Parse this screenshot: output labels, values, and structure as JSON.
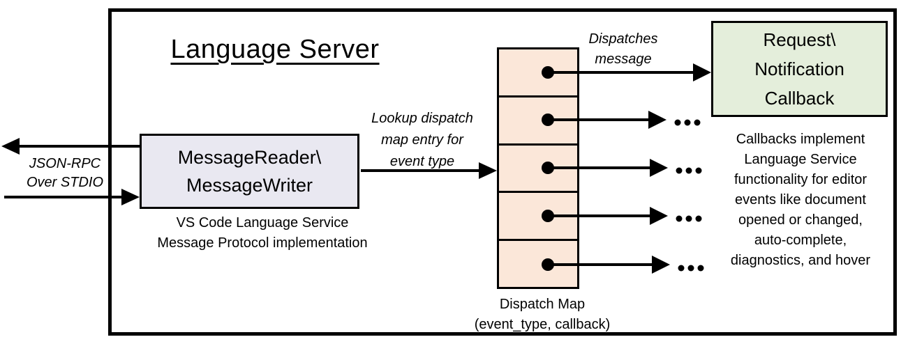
{
  "title": "Language Server",
  "io_arrows": {
    "label": "JSON-RPC\nOver STDIO"
  },
  "message_box": {
    "label": "MessageReader\\\nMessageWriter",
    "caption": "VS Code Language Service\nMessage Protocol implementation"
  },
  "lookup_arrow": {
    "label": "Lookup dispatch\nmap entry for\nevent type"
  },
  "dispatch_arrow": {
    "label": "Dispatches\nmessage"
  },
  "dispatch_map": {
    "rows": 5,
    "caption": "Dispatch Map\n(event_type, callback)"
  },
  "callback_box": {
    "label": "Request\\\nNotification\nCallback"
  },
  "callbacks_note": "Callbacks implement\nLanguage Service\nfunctionality for editor\nevents like document\nopened or changed,\nauto-complete,\ndiagnostics, and hover",
  "colors": {
    "stroke": "#000000",
    "background": "#FFFFFF",
    "message_box_fill": "#E9E8F1",
    "map_cell_fill": "#FBE7D9",
    "callback_box_fill": "#E4EEDB"
  }
}
